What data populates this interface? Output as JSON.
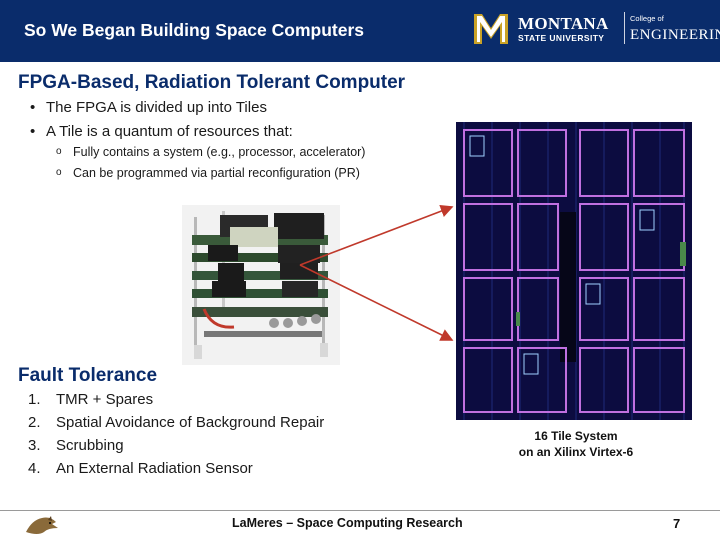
{
  "header": {
    "title": "So We Began Building Space Computers",
    "logo": {
      "university_line1": "MONTANA",
      "university_line2": "STATE UNIVERSITY",
      "college_line": "College of",
      "engineering": "ENGINEERING",
      "icon": "msu-m-logo-icon"
    }
  },
  "section1": {
    "title": "FPGA-Based, Radiation Tolerant Computer",
    "bullets": [
      {
        "marker": "•",
        "text": "The FPGA is divided up into Tiles"
      },
      {
        "marker": "•",
        "text": "A Tile is a quantum of resources that:"
      }
    ],
    "subbullets": [
      {
        "marker": "o",
        "text": "Fully contains a system (e.g., processor, accelerator)"
      },
      {
        "marker": "o",
        "text": "Can be programmed via partial reconfiguration (PR)"
      }
    ]
  },
  "section2": {
    "title": "Fault Tolerance",
    "items": [
      {
        "num": "1.",
        "text": "TMR + Spares"
      },
      {
        "num": "2.",
        "text": "Spatial Avoidance of Background Repair"
      },
      {
        "num": "3.",
        "text": "Scrubbing"
      },
      {
        "num": "4.",
        "text": "An External Radiation Sensor"
      }
    ]
  },
  "figure": {
    "caption_line1": "16 Tile System",
    "caption_line2": "on an Xilinx Virtex-6",
    "photo_icon": "stacked-computer-boards-photo",
    "floorplan_icon": "fpga-floorplan-image"
  },
  "footer": {
    "center_text": "LaMeres – Space Computing Research",
    "page_number": "7",
    "logo_icon": "bobcat-logo-icon"
  },
  "colors": {
    "header_bg": "#0a2c6b",
    "title_blue": "#0a2c6b",
    "arrow_red": "#c0392b",
    "fpga_bg": "#0c0c40",
    "tile_outline": "#c070e0"
  }
}
